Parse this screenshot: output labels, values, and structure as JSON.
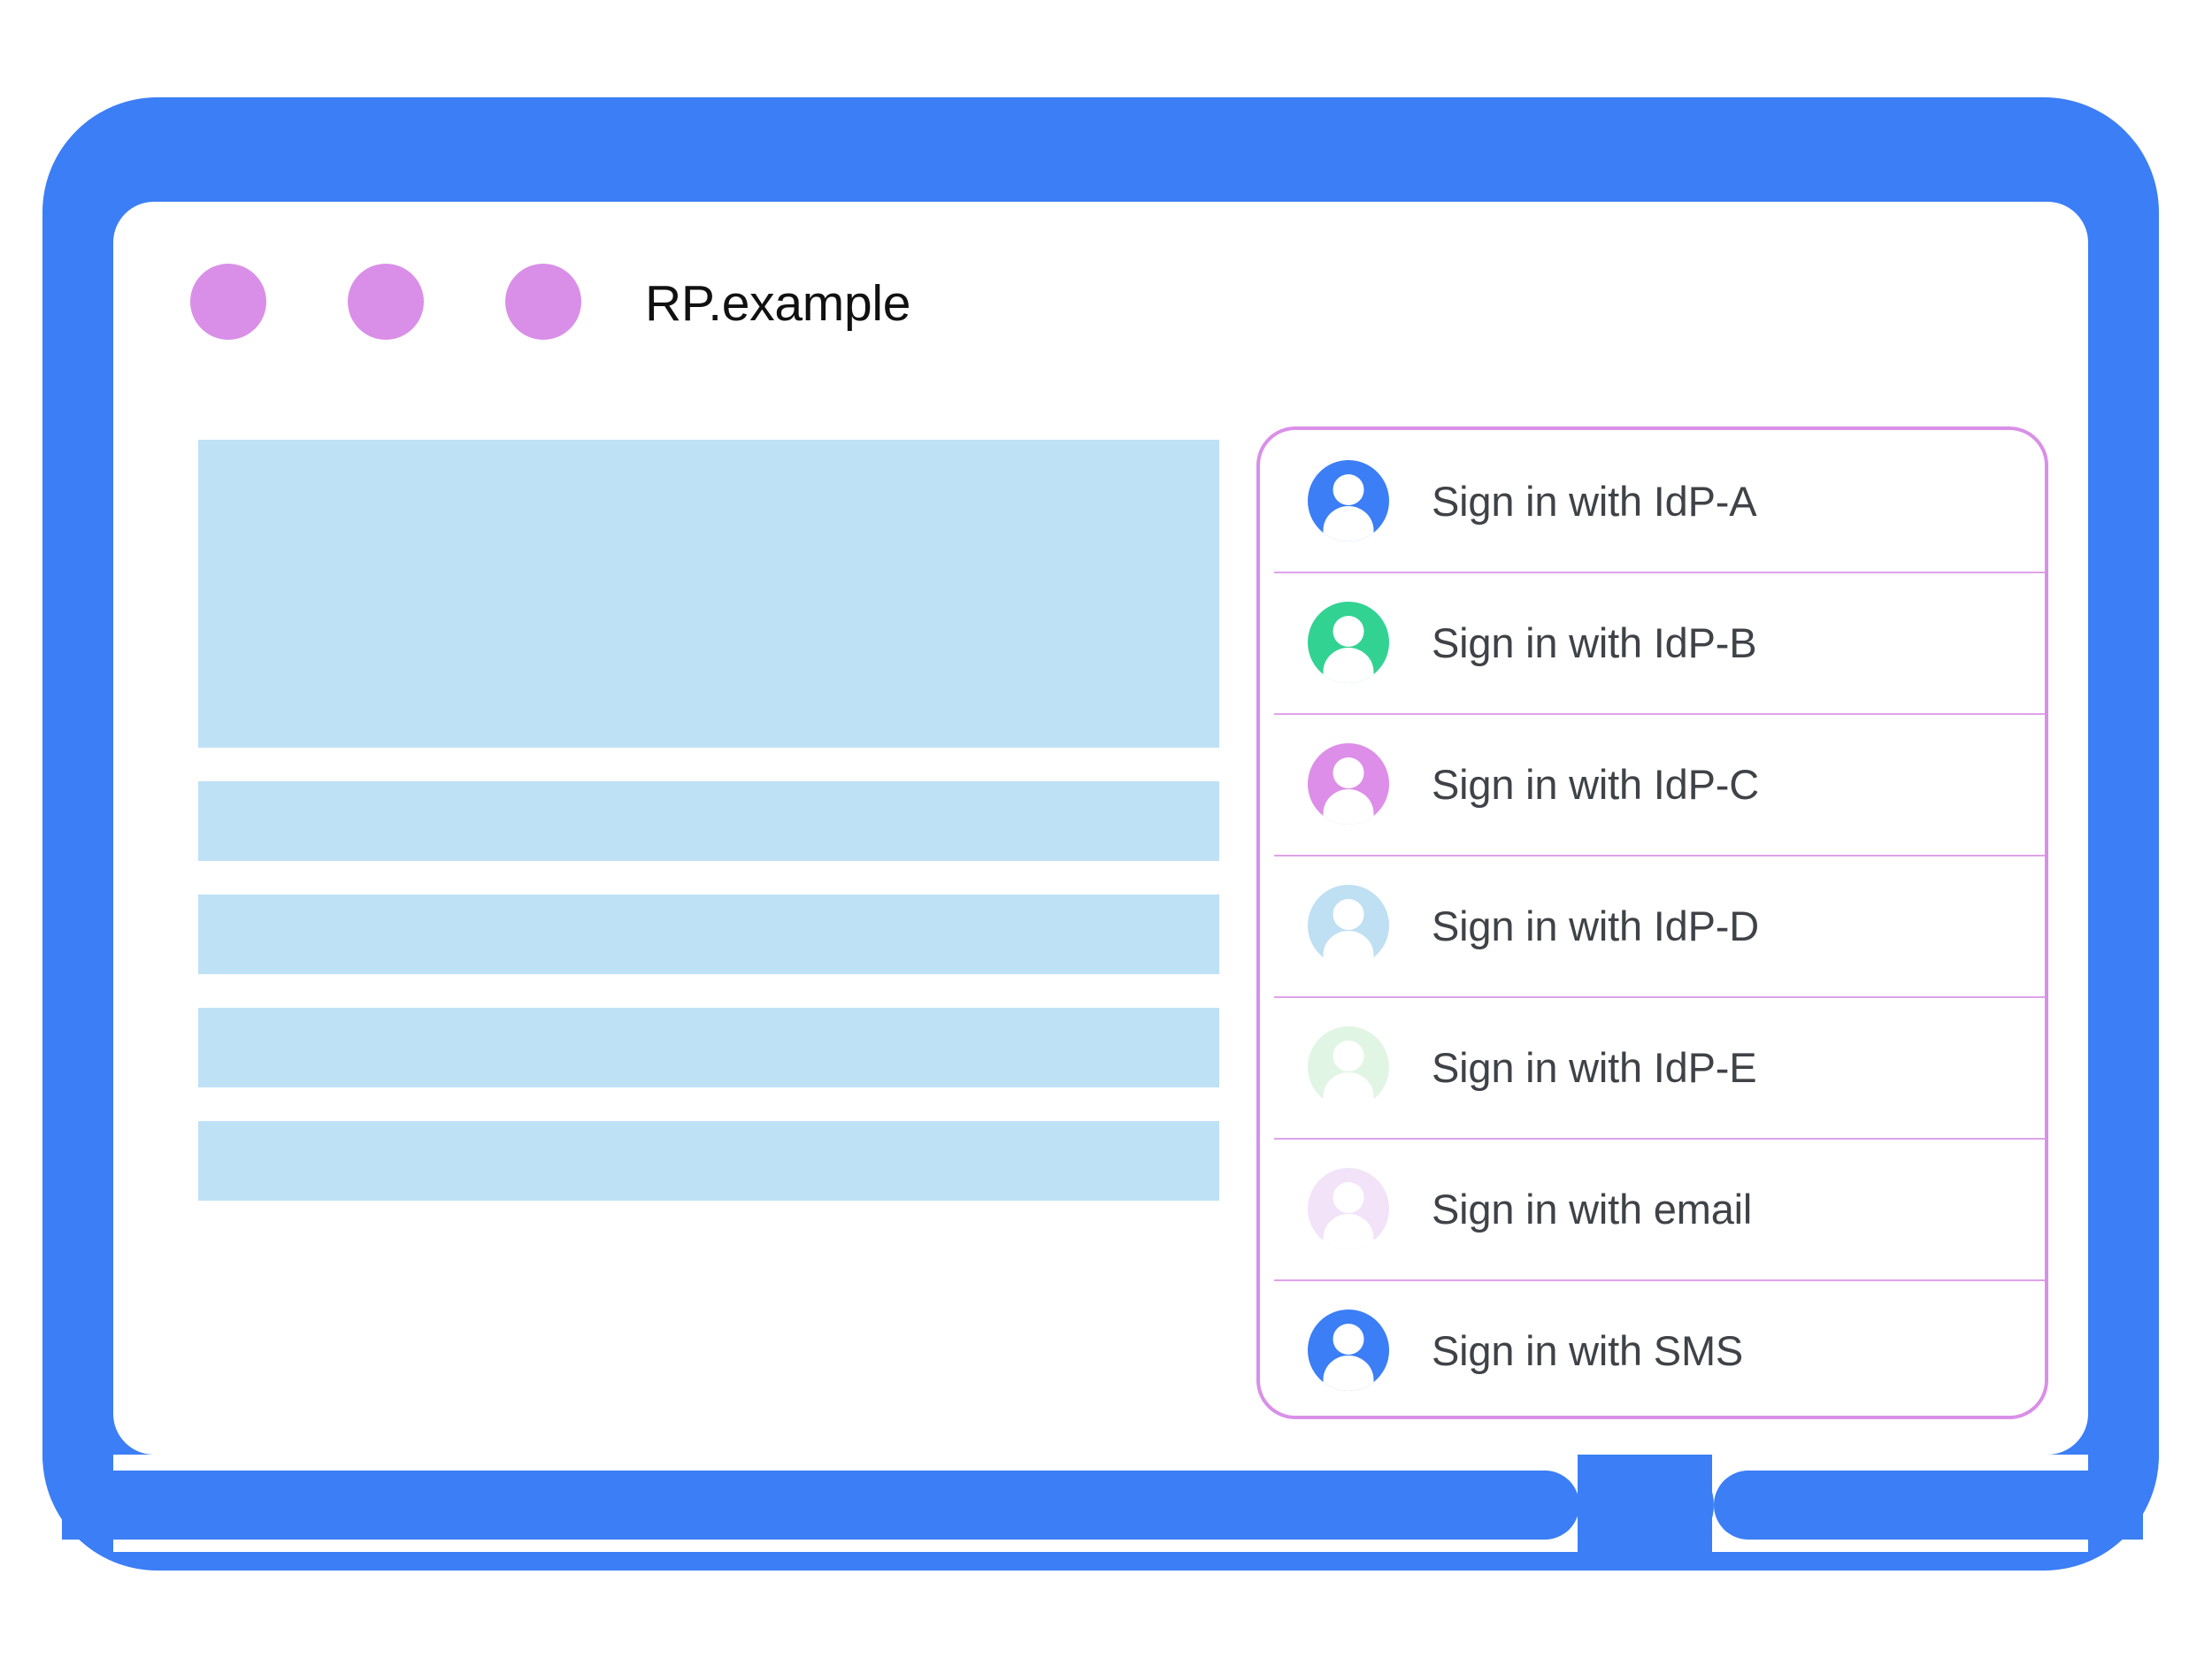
{
  "window": {
    "title": "RP.example",
    "traffic_dots": [
      "dot-1",
      "dot-2",
      "dot-3"
    ],
    "frame_color": "#3b7ef5",
    "dot_color": "#d98fe8",
    "screen_color": "#ffffff"
  },
  "content": {
    "placeholder_color": "#bfe1f5",
    "blocks": [
      {
        "kind": "hero"
      },
      {
        "kind": "bar"
      },
      {
        "kind": "bar"
      },
      {
        "kind": "bar"
      },
      {
        "kind": "bar"
      }
    ]
  },
  "signin_panel": {
    "border_color": "#d98fe8",
    "divider_color": "#dfa3ea",
    "label_color": "#3f4246",
    "options": [
      {
        "label": "Sign in with IdP-A",
        "avatar_color": "#3b7ef5",
        "icon": "person-avatar-icon",
        "name": "idp-a"
      },
      {
        "label": "Sign in with IdP-B",
        "avatar_color": "#32d293",
        "icon": "person-avatar-icon",
        "name": "idp-b"
      },
      {
        "label": "Sign in with IdP-C",
        "avatar_color": "#dd8ee8",
        "icon": "person-avatar-icon",
        "name": "idp-c"
      },
      {
        "label": "Sign in with IdP-D",
        "avatar_color": "#bfdff3",
        "icon": "person-avatar-icon",
        "name": "idp-d"
      },
      {
        "label": "Sign in with IdP-E",
        "avatar_color": "#e1f5e4",
        "icon": "person-avatar-icon",
        "name": "idp-e"
      },
      {
        "label": "Sign in with email",
        "avatar_color": "#f2e3f8",
        "icon": "person-avatar-icon",
        "name": "email"
      },
      {
        "label": "Sign in with SMS",
        "avatar_color": "#3b7ef5",
        "icon": "person-avatar-icon",
        "name": "sms"
      }
    ]
  },
  "device": {
    "home_button": "home-button"
  }
}
